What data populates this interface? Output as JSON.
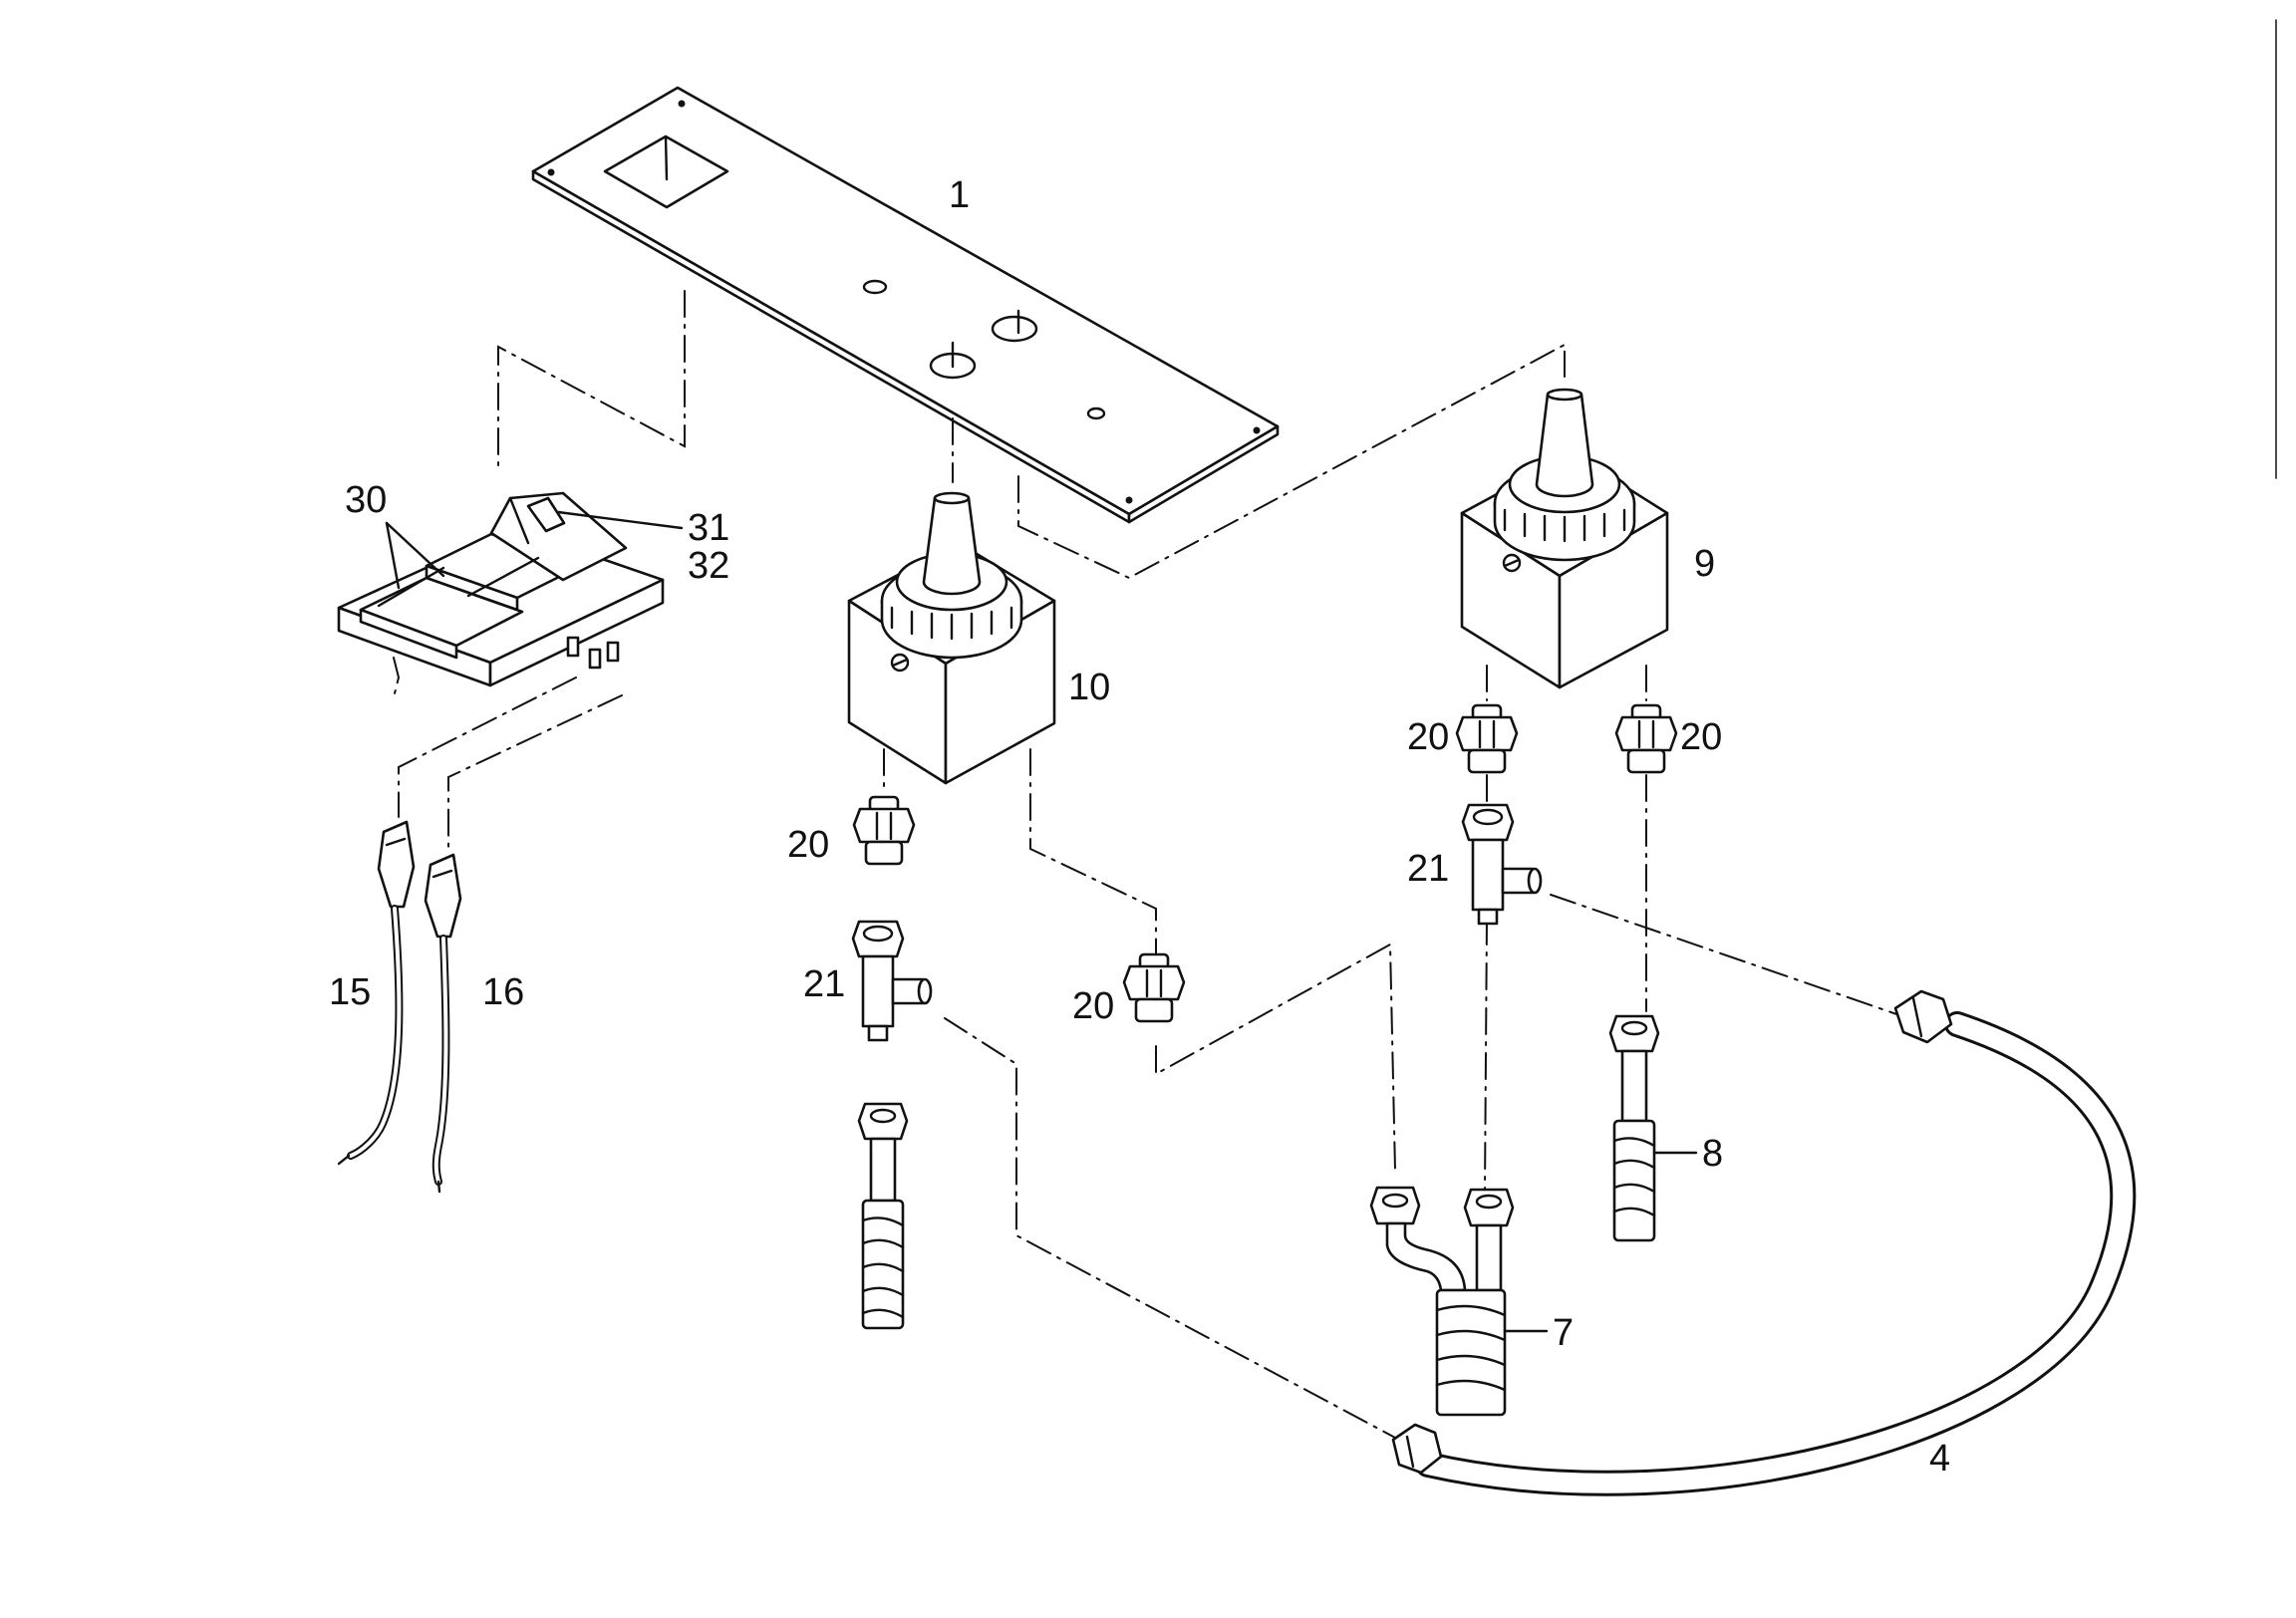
{
  "labels": {
    "l1": "1",
    "l4": "4",
    "l7": "7",
    "l8": "8",
    "l9": "9",
    "l10": "10",
    "l15": "15",
    "l16": "16",
    "l20a": "20",
    "l20b": "20",
    "l20c": "20",
    "l20d": "20",
    "l21a": "21",
    "l21b": "21",
    "l30": "30",
    "l31": "31",
    "l32": "32"
  }
}
